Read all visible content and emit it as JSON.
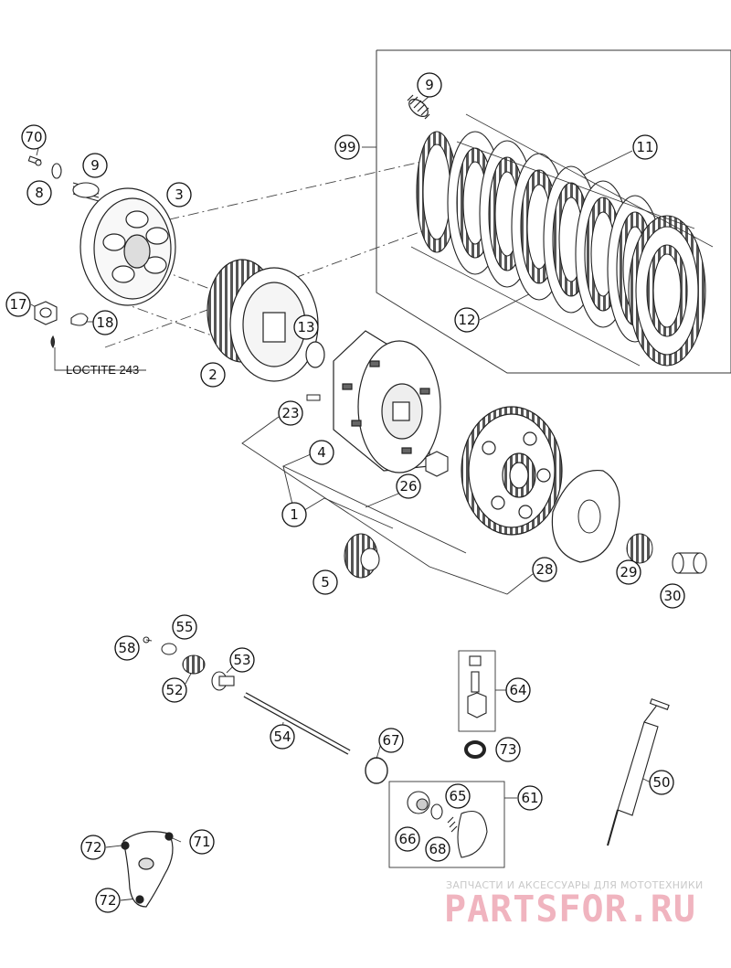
{
  "diagram": {
    "loctite_note": "LOCTITE 243",
    "callouts": {
      "c1": "1",
      "c2": "2",
      "c3": "3",
      "c4": "4",
      "c5": "5",
      "c8": "8",
      "c9a": "9",
      "c9b": "9",
      "c11": "11",
      "c12": "12",
      "c13": "13",
      "c17": "17",
      "c18": "18",
      "c23": "23",
      "c26": "26",
      "c28": "28",
      "c29": "29",
      "c30": "30",
      "c50": "50",
      "c52": "52",
      "c53": "53",
      "c54": "54",
      "c55": "55",
      "c58": "58",
      "c61": "61",
      "c64": "64",
      "c65": "65",
      "c66": "66",
      "c67": "67",
      "c68": "68",
      "c70": "70",
      "c71": "71",
      "c72a": "72",
      "c72b": "72",
      "c73": "73",
      "c99": "99"
    }
  },
  "watermark": {
    "tagline": "ЗАПЧАСТИ И АКСЕССУАРЫ ДЛЯ МОТОТЕХНИКИ",
    "logo_text": "PARTSFOR.RU",
    "color": "#f0b4bf"
  }
}
